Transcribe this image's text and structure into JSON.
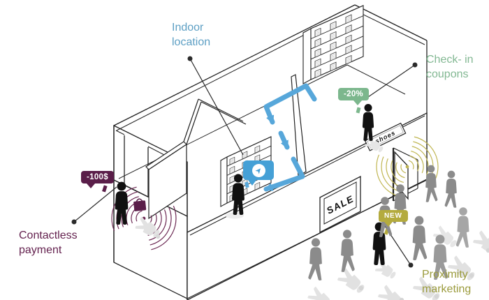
{
  "labels": {
    "indoor_location": "Indoor location",
    "check_in_coupons": "Check- in coupons",
    "contactless_payment": "Contactless payment",
    "proximity_marketing": "Proximity marketing"
  },
  "badges": {
    "contactless_amount": "-100$",
    "checkin_discount": "-20%",
    "proximity_new": "NEW"
  },
  "signs": {
    "sale": "SALE",
    "shoes": "shoes"
  },
  "icons": {
    "navigation_glyph": "➤"
  },
  "colors": {
    "indoor_blue_text": "#5d9fc4",
    "path_blue": "#57a7da",
    "nav_bubble_blue": "#45a0d6",
    "coupon_green_text": "#83b893",
    "coupon_badge_green": "#7cb78d",
    "payment_purple_text": "#64224f",
    "payment_badge_purple": "#5a1e49",
    "wave_purple": "#6b2752",
    "marketing_olive_text": "#9b9b3d",
    "new_badge_olive": "#b4ab3e",
    "wave_yellow": "#c0b652",
    "outline_black": "#222222",
    "people_gray": "#8b8b8b"
  }
}
